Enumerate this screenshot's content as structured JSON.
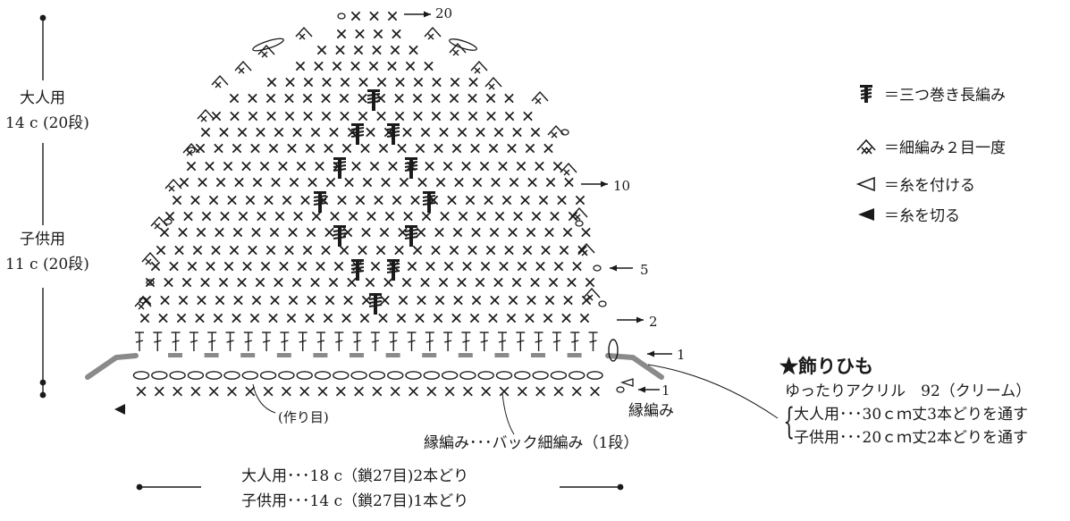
{
  "left_dim": {
    "adult_label": "大人用",
    "adult_value": "14 c (20段)",
    "child_label": "子供用",
    "child_value": "11 c (20段)"
  },
  "legend": [
    {
      "icon": "triple-treble-crochet-icon",
      "label": "＝三つ巻き長編み"
    },
    {
      "icon": "single-crochet-2-together-icon",
      "label": "＝細編み２目一度"
    },
    {
      "icon": "join-yarn-icon",
      "label": "＝糸を付ける"
    },
    {
      "icon": "cut-yarn-icon",
      "label": "＝糸を切る"
    }
  ],
  "row_markers": {
    "row20": "20",
    "row10": "10",
    "row5": "5",
    "row2": "2",
    "row1_top": "1",
    "row1_bottom": "1"
  },
  "labels": {
    "edging": "縁編み",
    "foundation": "(作り目)",
    "edging_note": "縁編み･･･バック細編み（1段）"
  },
  "cord": {
    "title": "★飾りひも",
    "yarn": "ゆったりアクリル　92（クリーム）",
    "adult": "大人用･･･30ｃｍ丈3本どりを通す",
    "child": "子供用･･･20ｃｍ丈2本どりを通す"
  },
  "bottom_dim": {
    "adult": "大人用･･･18 c（鎖27目)2本どり",
    "child": "子供用･･･14 c（鎖27目)1本どり"
  }
}
